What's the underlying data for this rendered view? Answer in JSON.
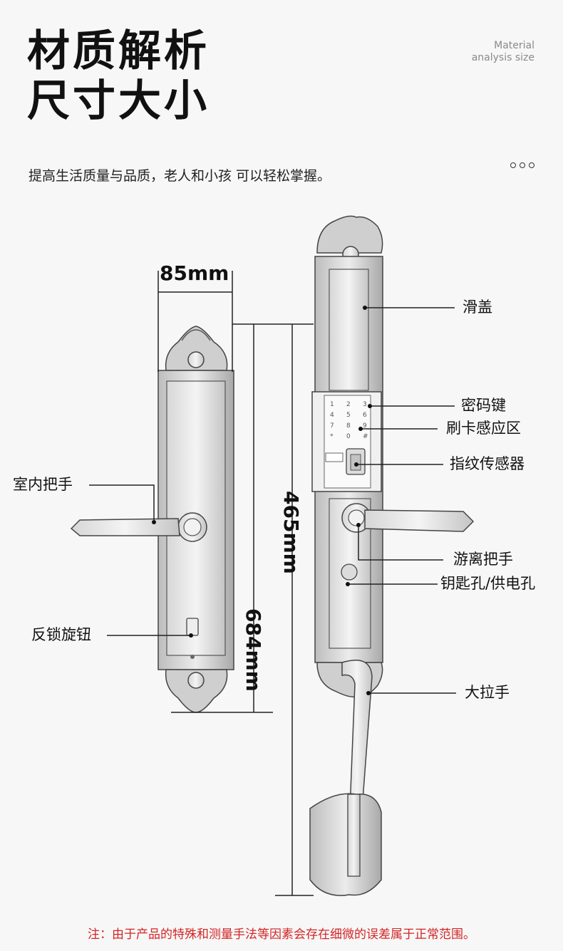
{
  "header": {
    "title_line1": "材质解析",
    "title_line2": "尺寸大小",
    "en_line1": "Material",
    "en_line2": "analysis size",
    "subtitle": "提高生活质量与品质，老人和小孩 可以轻松掌握。"
  },
  "dimensions": {
    "width": "85mm",
    "inner_height": "684mm",
    "outer_height": "465mm"
  },
  "callouts": {
    "slide_cover": "滑盖",
    "password_keys": "密码键",
    "card_area": "刷卡感应区",
    "fingerprint": "指纹传感器",
    "indoor_handle": "室内把手",
    "free_handle": "游离把手",
    "keyhole": "钥匙孔/供电孔",
    "anti_lock_knob": "反锁旋钮",
    "big_handle": "大拉手"
  },
  "keypad": [
    "1",
    "2",
    "3",
    "4",
    "5",
    "6",
    "7",
    "8",
    "9",
    "*",
    "0",
    "#"
  ],
  "footer": {
    "note": "注：由于产品的特殊和测量手法等因素会存在细微的误差属于正常范围。"
  },
  "colors": {
    "note_red": "#d22525",
    "metal_light": "#e4e4e4",
    "metal_dark": "#9a9a9a",
    "outline": "#444444"
  }
}
